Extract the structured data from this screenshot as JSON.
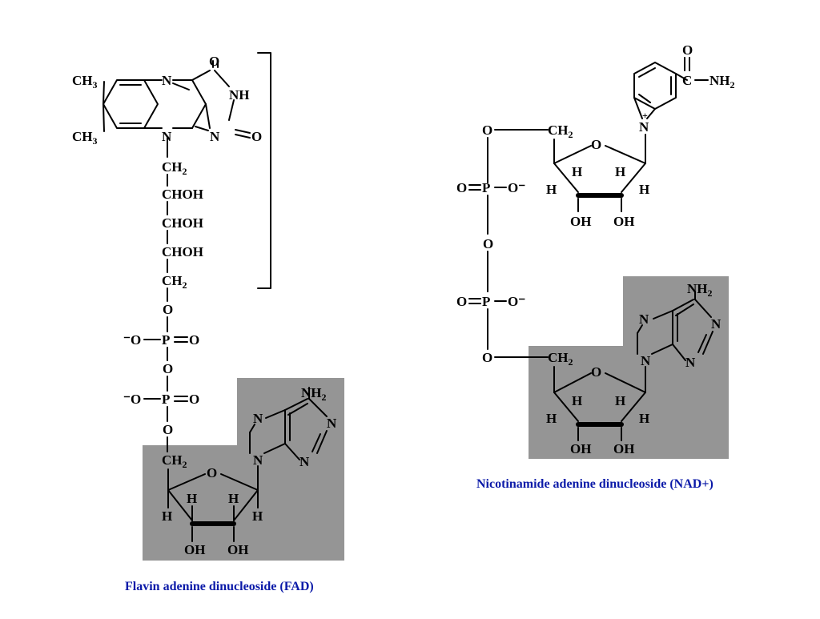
{
  "colors": {
    "highlight": "#959595",
    "caption": "#0b1aa8",
    "ink": "#000000"
  },
  "fad": {
    "caption": "Flavin adenine dinucleoside (FAD)",
    "flavin": {
      "methyl": "CH",
      "methyl_sub": "3",
      "ring_n": "N",
      "ring_o": "O",
      "nh": "NH"
    },
    "ribityl": {
      "ch2": "CH",
      "ch2_sub": "2",
      "choh": "CHOH"
    },
    "phosphate": {
      "o": "O",
      "p": "P",
      "o_minus": "⁻O"
    },
    "adenosine": {
      "nh2": "NH",
      "nh2_sub": "2",
      "ch2": "CH",
      "ch2_sub": "2",
      "ring_o": "O",
      "n": "N",
      "h": "H",
      "oh": "OH"
    }
  },
  "nad": {
    "caption": "Nicotinamide adenine dinucleoside (NAD+)",
    "nicotinamide": {
      "o": "O",
      "c": "C",
      "nh2": "NH",
      "nh2_sub": "2",
      "n": "N",
      "plus": "+"
    },
    "ribose": {
      "ch2": "CH",
      "ch2_sub": "2",
      "ring_o": "O",
      "h": "H",
      "oh": "OH"
    },
    "phosphate": {
      "o": "O",
      "p": "P",
      "o_minus": "O⁻"
    },
    "adenosine": {
      "nh2": "NH",
      "nh2_sub": "2",
      "n": "N",
      "ch2": "CH",
      "ch2_sub": "2",
      "ring_o": "O",
      "h": "H",
      "oh": "OH"
    }
  }
}
